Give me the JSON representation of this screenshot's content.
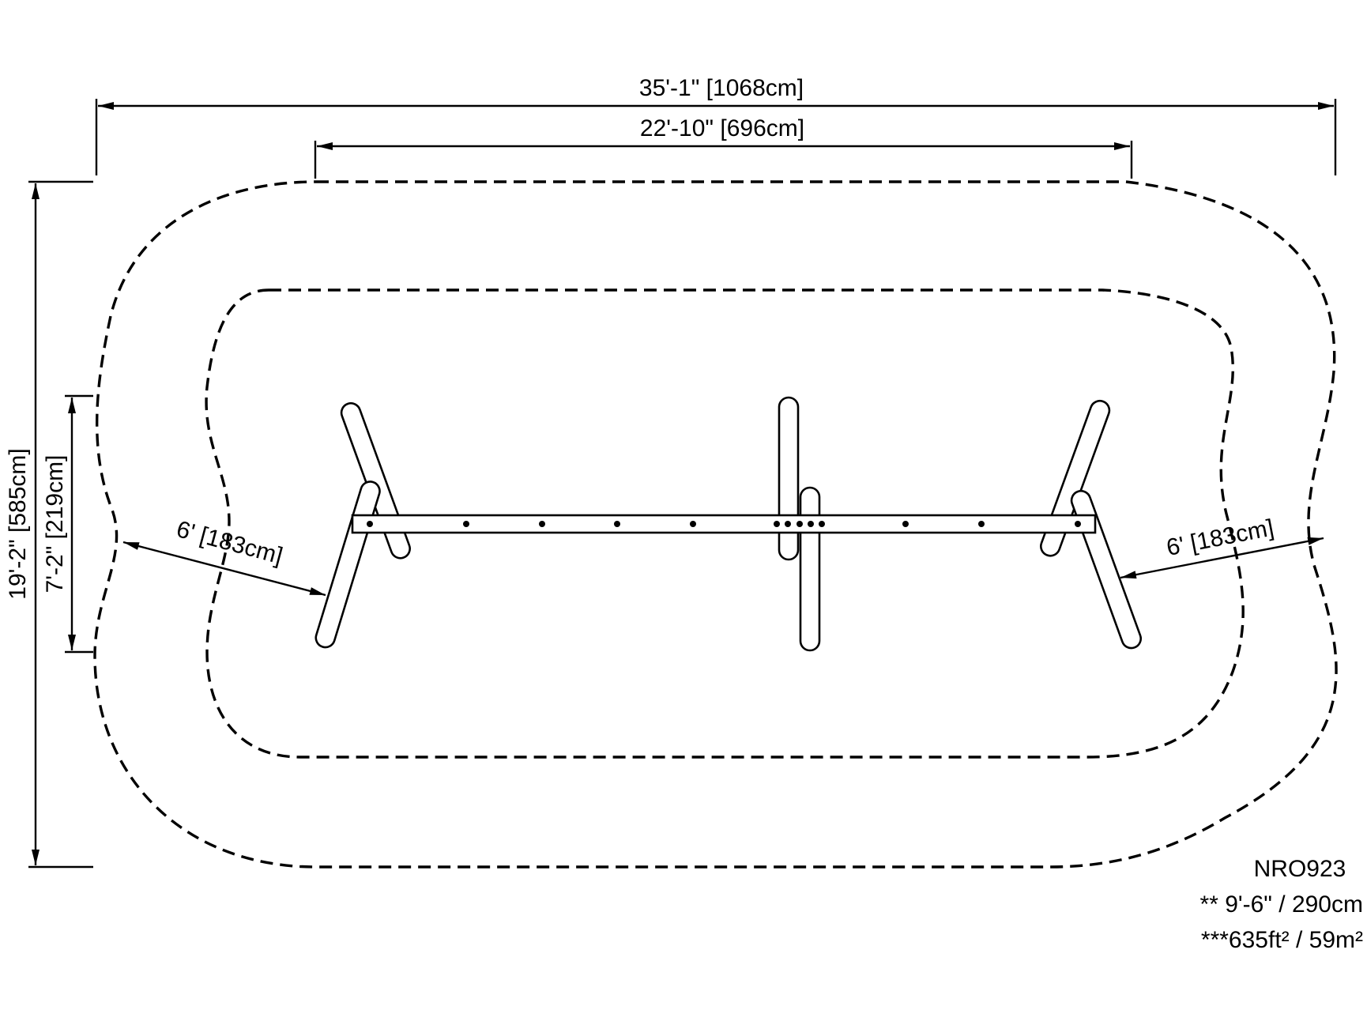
{
  "dimensions": {
    "overall_length": "35'-1\" [1068cm]",
    "structure_length": "22'-10\" [696cm]",
    "overall_width": "19'-2\" [585cm]",
    "structure_width": "7'-2\" [219cm]",
    "left_clearance": "6' [183cm]",
    "right_clearance": "6' [183cm]"
  },
  "notes": {
    "model": "NRO923",
    "height": "** 9'-6\" / 290cm",
    "area": "***635ft² / 59m²"
  },
  "colors": {
    "line": "#000000",
    "background": "#ffffff"
  }
}
